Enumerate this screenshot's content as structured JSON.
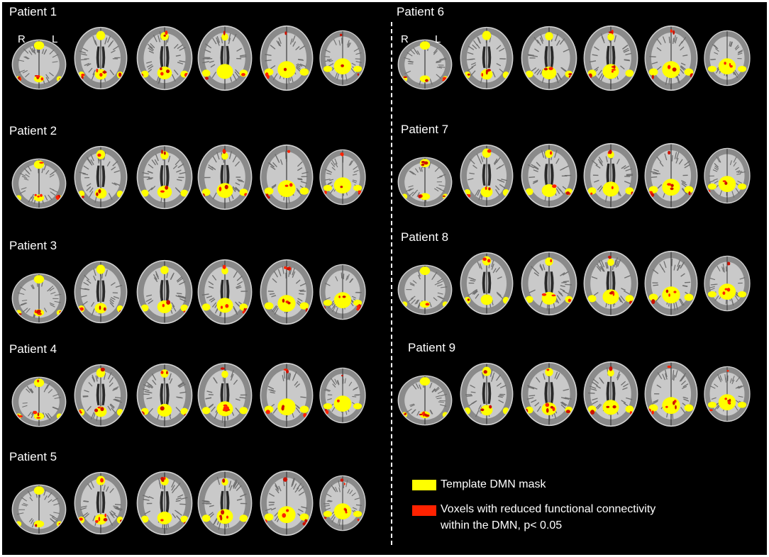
{
  "figure": {
    "orientation": {
      "right": "R",
      "left": "L"
    },
    "colors": {
      "background": "#000000",
      "template_dmn": "#ffff00",
      "reduced_connectivity": "#ff2200",
      "overlap": "#cc1100"
    },
    "patients": [
      {
        "label": "Patient 1"
      },
      {
        "label": "Patient 2"
      },
      {
        "label": "Patient 3"
      },
      {
        "label": "Patient 4"
      },
      {
        "label": "Patient 5"
      },
      {
        "label": "Patient 6"
      },
      {
        "label": "Patient 7"
      },
      {
        "label": "Patient 8"
      },
      {
        "label": "Patient 9"
      }
    ],
    "legend": {
      "template": "Template DMN mask",
      "reduced_line1": "Voxels with reduced functional connectivity",
      "reduced_line2": "within the DMN, p< 0.05"
    }
  }
}
